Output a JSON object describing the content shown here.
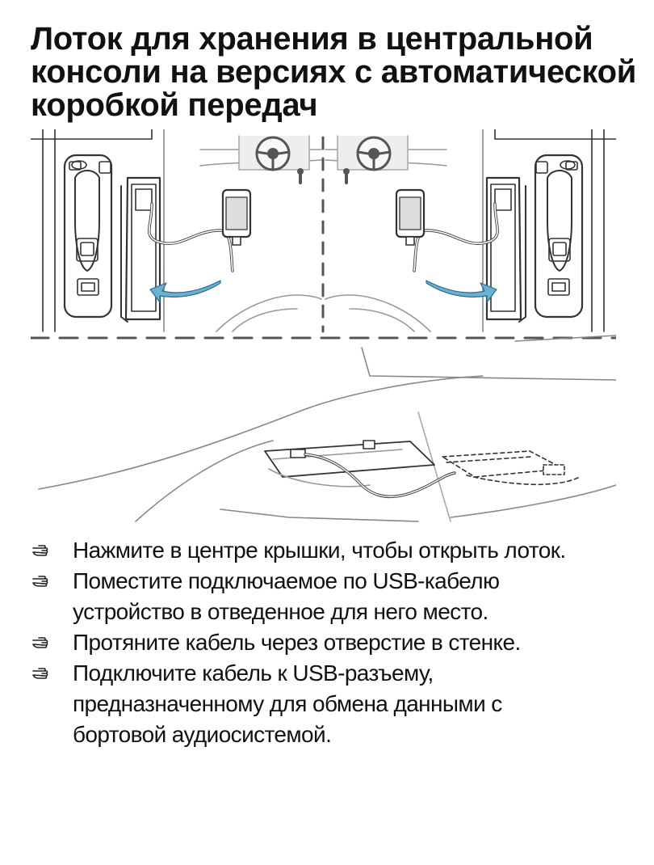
{
  "title": {
    "lines": [
      "Лоток для хранения в центральной",
      "консоли на версиях с автоматической",
      "коробкой передач"
    ]
  },
  "figure": {
    "panels": [
      "left-hand-drive-console",
      "right-hand-drive-console",
      "console-tray-cable-detail"
    ],
    "icon_names": [
      "steering-wheel-icon",
      "phone-icon",
      "usb-cable-icon",
      "arrow-icon"
    ]
  },
  "instructions": {
    "bullet_icon": "pointing-hand-icon",
    "steps": [
      {
        "lines": [
          "Нажмите в центре крышки, чтобы открыть лоток."
        ]
      },
      {
        "lines": [
          "Поместите подключаемое по USB-кабелю",
          "устройство в отведенное для него место."
        ]
      },
      {
        "lines": [
          "Протяните кабель через отверстие в стенке."
        ]
      },
      {
        "lines": [
          "Подключите кабель к USB-разъему,",
          "предназначенному для обмена данными с",
          "бортовой аудиосистемой."
        ]
      }
    ]
  }
}
